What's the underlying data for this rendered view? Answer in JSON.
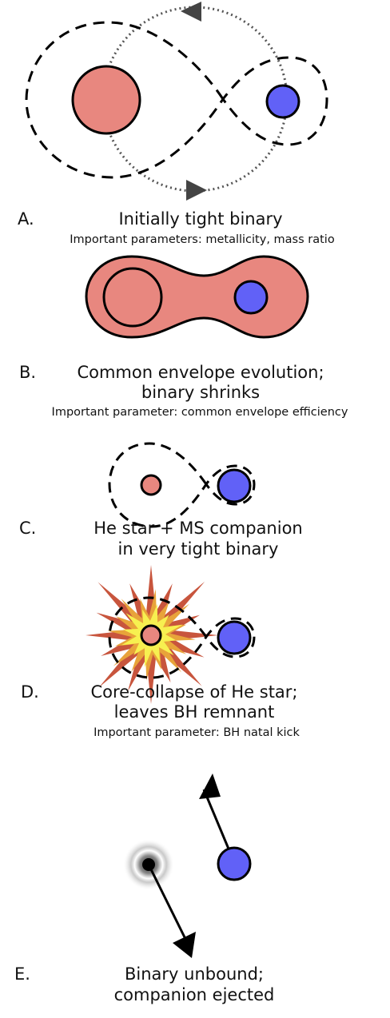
{
  "colors": {
    "giant_star": "#e8877f",
    "companion_star": "#6161f7",
    "outline": "#000000",
    "arrow_gray": "#444444",
    "explosion_outer": "#c8553d",
    "explosion_mid": "#e8a33a",
    "explosion_inner": "#f7f050"
  },
  "stages": [
    {
      "letter": "A.",
      "title_lines": [
        "Initially tight binary"
      ],
      "param": "Important parameters: metallicity, mass ratio"
    },
    {
      "letter": "B.",
      "title_lines": [
        "Common envelope evolution;",
        "binary shrinks"
      ],
      "param": "Important parameter: common envelope efficiency"
    },
    {
      "letter": "C.",
      "title_lines": [
        "He star + MS companion",
        "in very tight binary"
      ],
      "param": ""
    },
    {
      "letter": "D.",
      "title_lines": [
        "Core-collapse of He star;",
        "leaves BH remnant"
      ],
      "param": "Important parameter: BH natal kick"
    },
    {
      "letter": "E.",
      "title_lines": [
        "Binary unbound;",
        "companion ejected"
      ],
      "param": ""
    }
  ]
}
